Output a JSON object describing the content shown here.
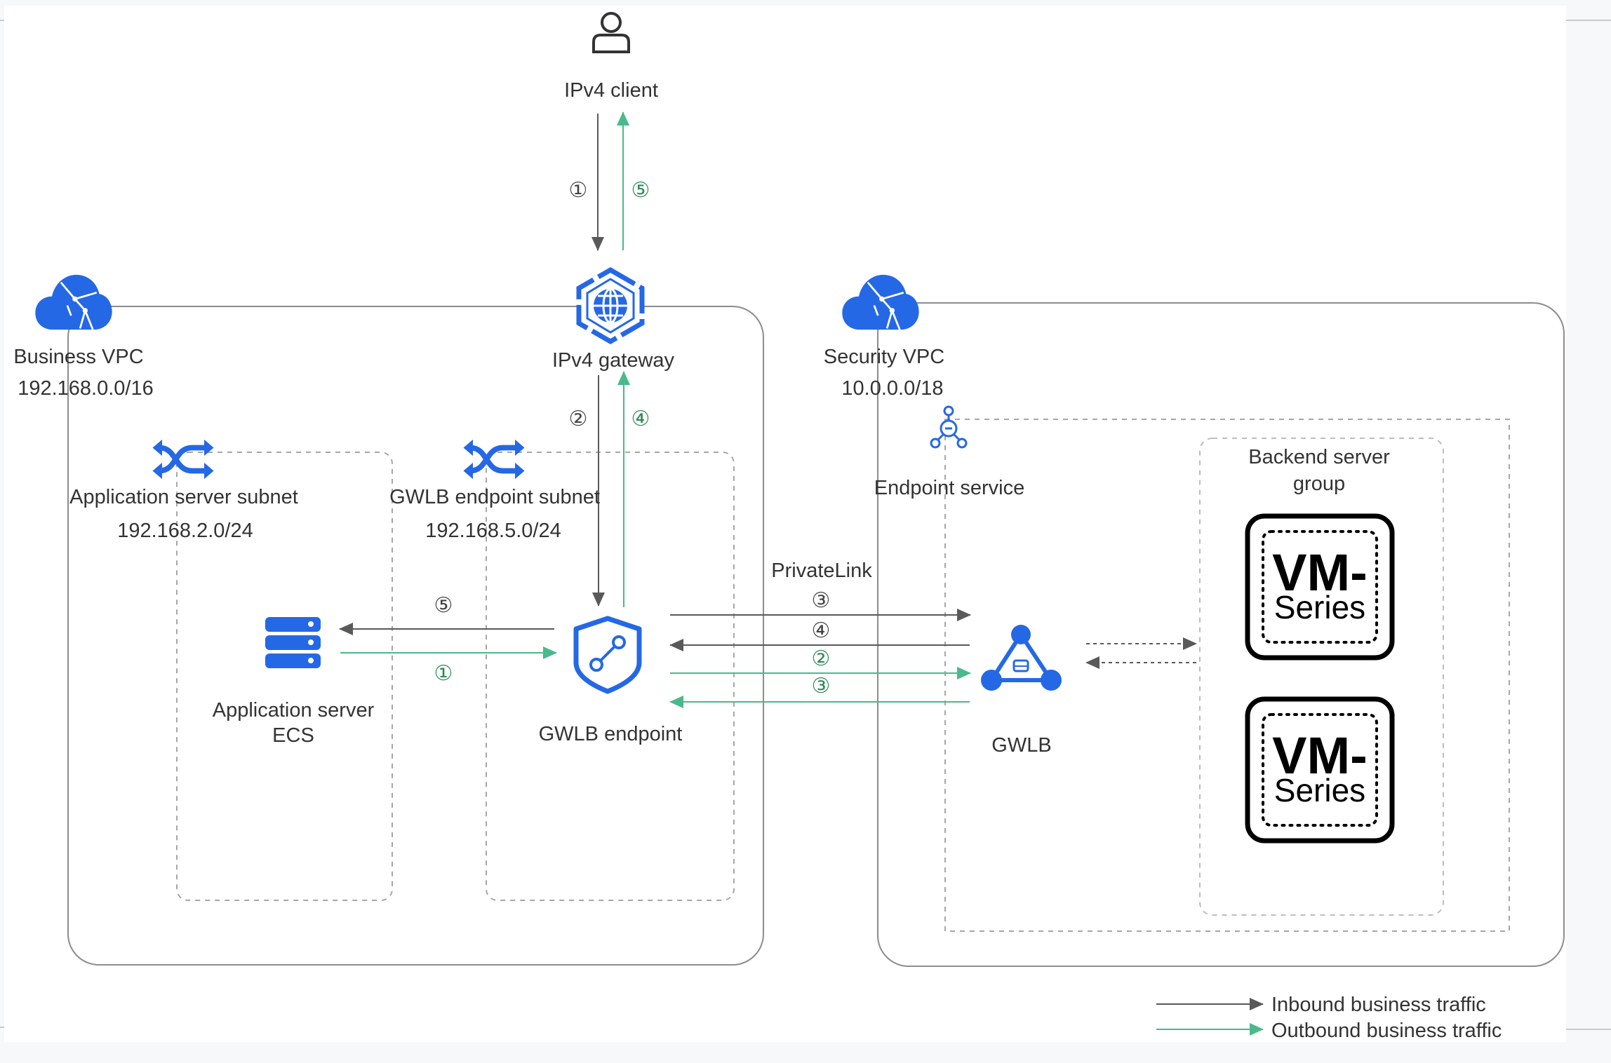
{
  "colors": {
    "blue": "#2468e6",
    "inbound": "#595959",
    "outbound": "#4ab98c",
    "outbound_label": "#2e8b57",
    "border": "#8c8c8c",
    "dashed": "#a6a6a6"
  },
  "client": {
    "label": "IPv4 client",
    "icon": "user-icon"
  },
  "gateway": {
    "label": "IPv4 gateway",
    "icon": "globe-hexagon-icon"
  },
  "business_vpc": {
    "name": "Business VPC",
    "cidr": "192.168.0.0/16",
    "icon": "cloud-vpc-icon",
    "subnets": [
      {
        "name": "Application server subnet",
        "cidr": "192.168.2.0/24",
        "icon": "subnet-shuffle-icon"
      },
      {
        "name": "GWLB endpoint subnet",
        "cidr": "192.168.5.0/24",
        "icon": "subnet-shuffle-icon"
      }
    ],
    "app_server": {
      "label_line1": "Application server",
      "label_line2": "ECS",
      "icon": "server-stack-icon"
    },
    "gwlb_endpoint": {
      "label": "GWLB endpoint",
      "icon": "shield-link-icon"
    }
  },
  "security_vpc": {
    "name": "Security VPC",
    "cidr": "10.0.0.0/18",
    "icon": "cloud-vpc-icon",
    "endpoint_service": {
      "label": "Endpoint service",
      "icon": "endpoint-service-icon"
    },
    "gwlb": {
      "label": "GWLB",
      "icon": "gwlb-triangle-icon"
    },
    "backend_group": {
      "label_line1": "Backend server",
      "label_line2": "group",
      "appliances": [
        {
          "line1": "VM-",
          "line2": "Series"
        },
        {
          "line1": "VM-",
          "line2": "Series"
        }
      ]
    }
  },
  "link": {
    "label": "PrivateLink"
  },
  "steps": {
    "client_to_gateway": "①",
    "gateway_to_client": "⑤",
    "gateway_to_endpoint": "②",
    "endpoint_to_gateway": "④",
    "endpoint_to_server": "⑤",
    "server_to_endpoint": "①",
    "pl_in_forward": "③",
    "pl_in_return": "④",
    "pl_out_forward": "②",
    "pl_out_return": "③"
  },
  "legend": {
    "inbound": "Inbound business traffic",
    "outbound": "Outbound business traffic"
  }
}
